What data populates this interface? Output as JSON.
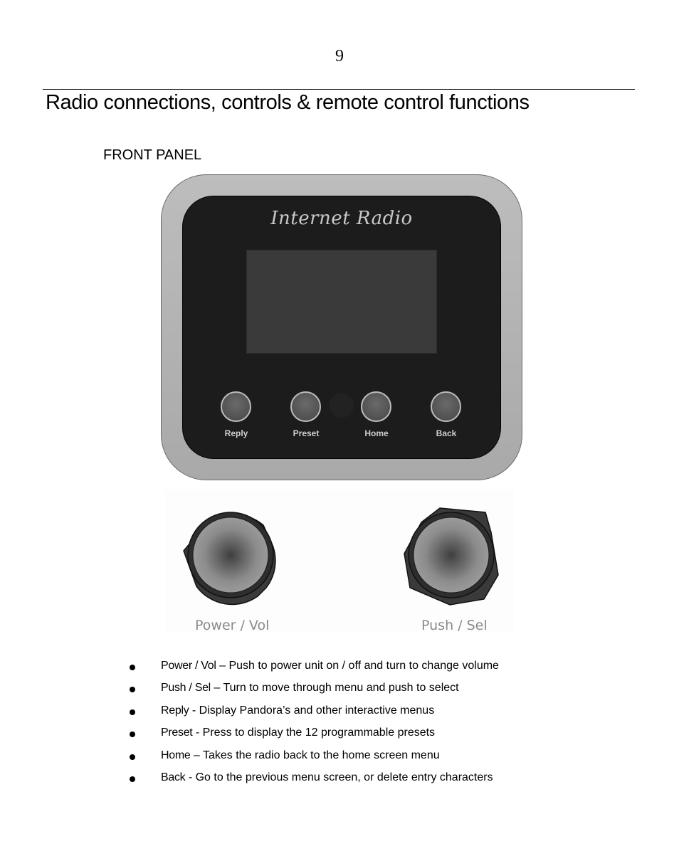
{
  "page_number": "9",
  "heading": "Radio connections, controls & remote control functions",
  "subheading": "FRONT PANEL",
  "radio": {
    "brand": "Internet Radio",
    "buttons": [
      "Reply",
      "Preset",
      "Home",
      "Back"
    ],
    "knobs": [
      "Power / Vol",
      "Push / Sel"
    ]
  },
  "features": [
    {
      "term": "Power / Vol",
      "sep": " – ",
      "desc": "Push to power unit on / off and turn to change volume"
    },
    {
      "term": "Push / Sel",
      "sep": " – ",
      "desc": "Turn to move through menu and push to select"
    },
    {
      "term": "Reply",
      "sep": "  -  ",
      "desc": "Display Pandora’s and other interactive menus"
    },
    {
      "term": "Preset",
      "sep": "  - ",
      "desc": "Press to display  the 12 programmable presets"
    },
    {
      "term": "Home",
      "sep": "  – ",
      "desc": "Takes the radio back to the home screen menu"
    },
    {
      "term": "Back",
      "sep": "  - ",
      "desc": "Go to the  previous menu screen, or delete entry characters"
    }
  ]
}
